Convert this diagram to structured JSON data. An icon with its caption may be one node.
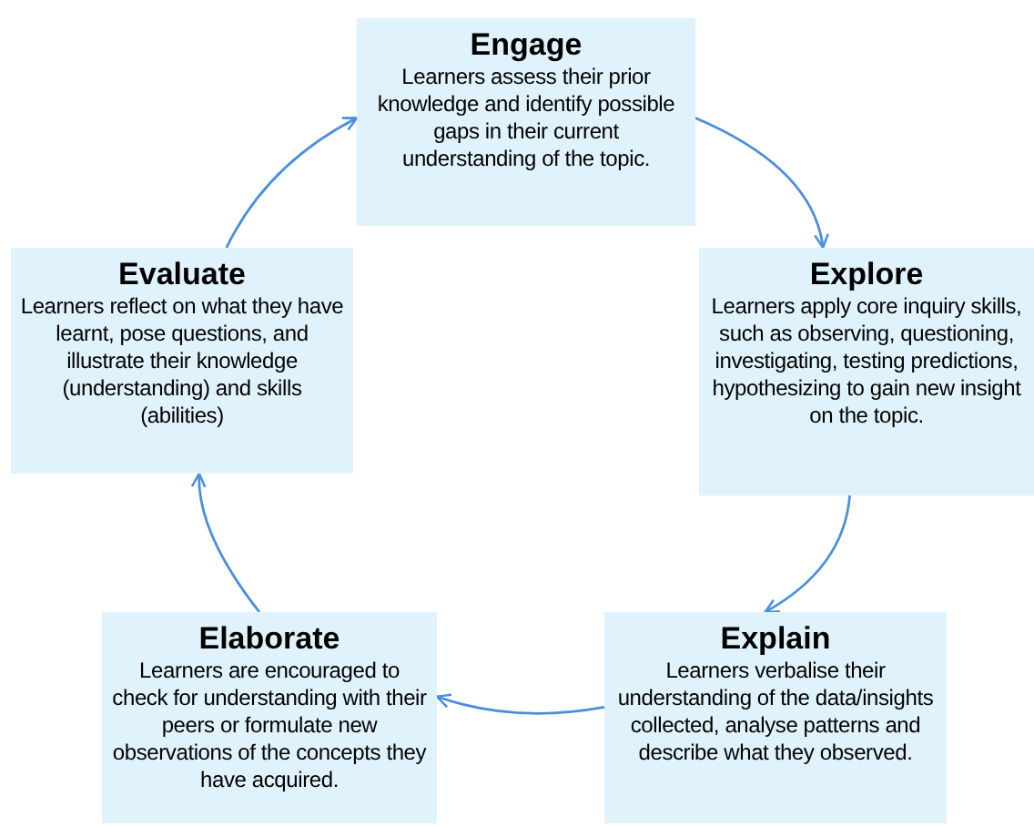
{
  "diagram": {
    "nodes": [
      {
        "text": [
          "Engage",
          "Learners assess their prior knowledge and identify possible gaps in their current understanding of the topic."
        ]
      },
      {
        "text": [
          "Explore",
          "Learners  apply core inquiry skills, such as observing, questioning, investigating, testing predictions, hypothesizing to gain new insight on the topic."
        ]
      },
      {
        "text": [
          "Explain",
          "Learners verbalise their understanding of the data/insights collected, analyse patterns and describe what they observed."
        ]
      },
      {
        "text": [
          "Elaborate",
          "Learners are encouraged to check for understanding with their peers or formulate new observations of the concepts they have acquired."
        ]
      },
      {
        "text": [
          "Evaluate",
          "Learners reflect on what they have learnt, pose questions, and illustrate their knowledge (understanding) and skills (abilities)"
        ]
      }
    ],
    "edges": [
      {
        "from": 0,
        "to": 1,
        "arrow": "to"
      },
      {
        "from": 1,
        "to": 2,
        "arrow": "to"
      },
      {
        "from": 2,
        "to": 3,
        "arrow": "to"
      },
      {
        "from": 3,
        "to": 4,
        "arrow": "to"
      },
      {
        "from": 4,
        "to": 0,
        "arrow": "to"
      }
    ]
  }
}
